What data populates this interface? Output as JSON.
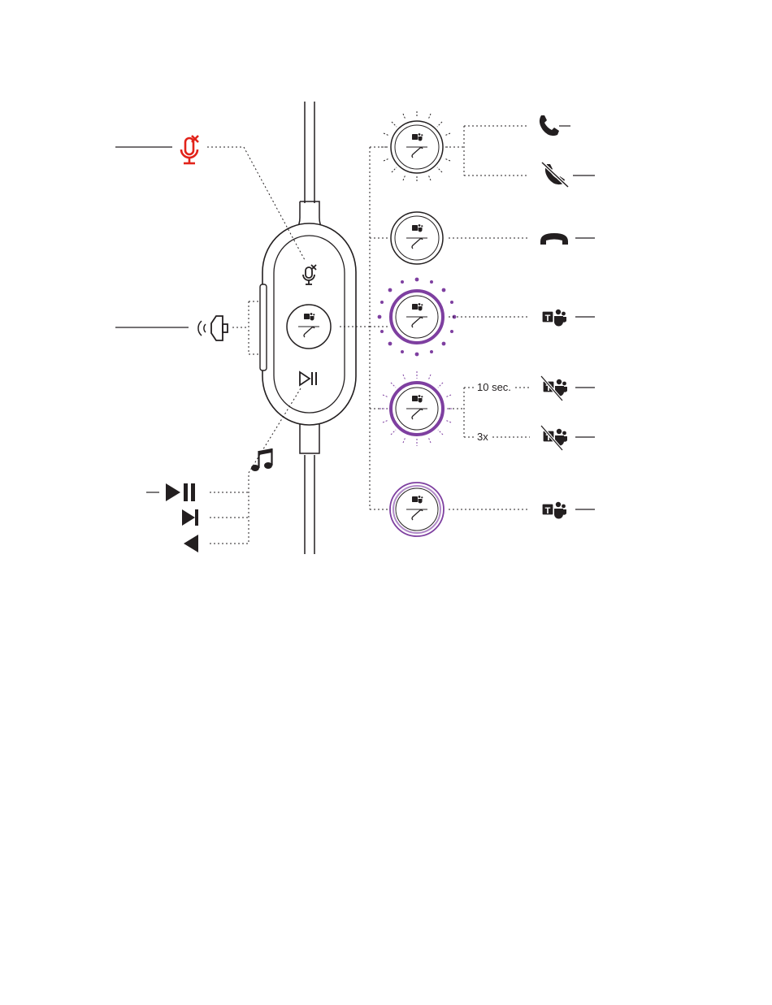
{
  "colors": {
    "ink": "#231f20",
    "muted_red": "#e2231a",
    "teams_purple": "#7e3fa0",
    "teams_purple_light": "#b18ac8",
    "background": "#ffffff"
  },
  "labels": {
    "ten_seconds": "10 sec.",
    "three_times": "3x"
  },
  "icons": {
    "mic_muted": "mic-muted-icon",
    "volume": "speaker-volume-icon",
    "music": "music-note-icon",
    "play_pause": "play-pause-icon",
    "next_track": "next-track-icon",
    "previous_track": "previous-track-icon",
    "answer_call": "phone-answer-icon",
    "decline_call": "phone-decline-icon",
    "end_call": "phone-hangup-icon",
    "teams": "teams-icon",
    "teams_off": "teams-crossed-icon"
  },
  "button_states": [
    {
      "id": "incoming-call",
      "ring": "white-blink"
    },
    {
      "id": "active-call",
      "ring": "white-steady"
    },
    {
      "id": "teams-notification",
      "ring": "purple-pulse"
    },
    {
      "id": "teams-blink",
      "ring": "purple-blink"
    },
    {
      "id": "teams-idle",
      "ring": "purple-steady"
    }
  ]
}
